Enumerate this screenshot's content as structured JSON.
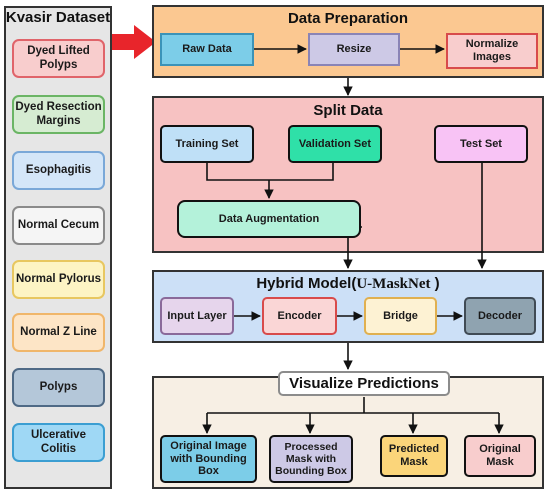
{
  "sidebar": {
    "title": "Kvasir Dataset",
    "classes": [
      "Dyed Lifted Polyps",
      "Dyed Resection Margins",
      "Esophagitis",
      "Normal Cecum",
      "Normal Pylorus",
      "Normal Z Line",
      "Polyps",
      "Ulcerative Colitis"
    ]
  },
  "prep": {
    "title": "Data Preparation",
    "steps": [
      "Raw Data",
      "Resize",
      "Normalize Images"
    ]
  },
  "split": {
    "title": "Split Data",
    "training": "Training Set",
    "validation": "Validation Set",
    "test": "Test Set",
    "augmentation": "Data Augmentation"
  },
  "model": {
    "title_prefix": "Hybrid Model(",
    "title_name": "U-MaskNet",
    "title_suffix": " )",
    "layers": [
      "Input Layer",
      "Encoder",
      "Bridge",
      "Decoder"
    ]
  },
  "viz": {
    "title": "Visualize Predictions",
    "outputs": [
      "Original Image with Bounding Box",
      "Processed Mask with Bounding Box",
      "Predicted Mask",
      "Original Mask"
    ]
  },
  "colors": {
    "panel_left": "#e6e6e6",
    "prep_panel": "#fbc891",
    "split_panel": "#f7c2c2",
    "model_panel": "#cce0f7",
    "viz_panel": "#f7efe4",
    "big_arrow": "#e8252b"
  }
}
